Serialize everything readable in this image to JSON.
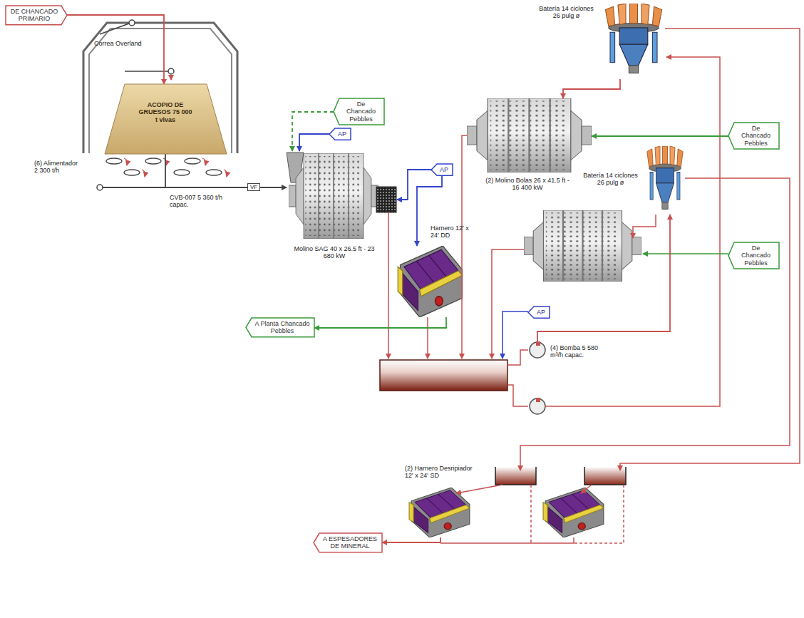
{
  "diagram": {
    "nodes": [
      {
        "text": [
          "DE CHANCADO PRIMARIO"
        ]
      },
      {
        "text": [
          "ACOPIO DE GRUESOS 75 000 t vivas"
        ]
      },
      {
        "text": [
          "De Chancado Pebbles"
        ]
      },
      {
        "text": [
          "AP"
        ]
      },
      {
        "text": [
          "Molino SAG 40 x 26.5 ft - 23 680 kW"
        ]
      },
      {
        "text": [
          "AP"
        ]
      },
      {
        "text": [
          "Harnero 12' x 24' DD"
        ]
      },
      {
        "text": [
          "A Planta Chancado Pebbles"
        ]
      },
      {
        "text": [
          "Batería 14 ciclones 26 pulg ø"
        ]
      },
      {
        "text": [
          "(2) Molino Bolas 26 x 41.5 ft - 16 400 kW"
        ]
      },
      {
        "text": [
          "De Chancado Pebbles"
        ]
      },
      {
        "text": [
          "Batería 14 ciclones 26 pulg ø"
        ]
      },
      {
        "text": [
          "De Chancado Pebbles"
        ]
      },
      {
        "text": [
          "AP"
        ]
      },
      {
        "text": [
          "(4) Bomba 5 580 m³/h capac."
        ]
      },
      {
        "text": [
          "(2) Harnero Desripiador 12' x 24' SD"
        ]
      },
      {
        "text": [
          "A ESPESADORES DE MINERAL"
        ]
      }
    ],
    "edges": [
      {
        "from": 0,
        "to": 1,
        "arrow": "to"
      },
      {
        "from": 1,
        "to": 4,
        "arrow": "to"
      },
      {
        "from": 2,
        "to": 4,
        "arrow": "to"
      },
      {
        "from": 3,
        "to": 4,
        "arrow": "to"
      },
      {
        "from": 5,
        "to": 4,
        "arrow": "to"
      },
      {
        "from": 5,
        "to": 6,
        "arrow": "to"
      },
      {
        "from": 6,
        "to": 7,
        "arrow": "to"
      },
      {
        "from": 10,
        "to": 9,
        "arrow": "to"
      },
      {
        "from": 8,
        "to": 9,
        "arrow": "to"
      },
      {
        "from": 14,
        "to": 11,
        "arrow": "to"
      },
      {
        "from": 15,
        "to": 16,
        "arrow": "to"
      }
    ],
    "labels": [
      "Correa Overland",
      "(6) Alimentador 2 300 t/h",
      "CVB-007 5 360 t/h capac.",
      "VF"
    ]
  }
}
